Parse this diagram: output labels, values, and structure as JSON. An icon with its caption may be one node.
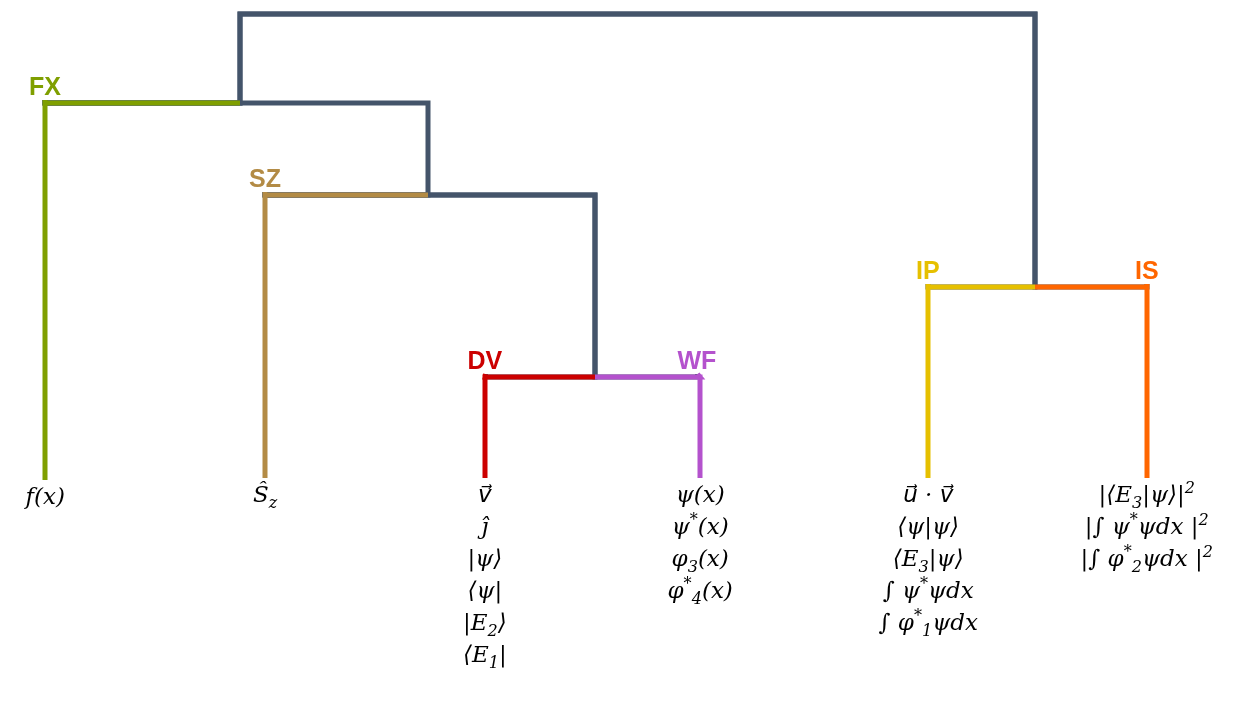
{
  "diagram": {
    "nodes": [
      {
        "text": [
          "FX"
        ]
      },
      {
        "text": [
          "f(x)"
        ]
      },
      {
        "text": [
          "SZ"
        ]
      },
      {
        "text": [
          "Ŝ$_{z}$"
        ]
      },
      {
        "text": [
          "DV"
        ]
      },
      {
        "text": [
          "v⃗",
          "ĵ",
          "|ψ⟩",
          "⟨ψ|",
          "|E$_{2}$⟩",
          "⟨E$_{1}$|"
        ]
      },
      {
        "text": [
          "WF"
        ]
      },
      {
        "text": [
          "ψ(x)",
          "ψ$^{*}$(x)",
          "φ$_{3}$(x)",
          "φ$^{*}$$_{4}$(x)"
        ]
      },
      {
        "text": [
          "IP"
        ]
      },
      {
        "text": [
          "u⃗ · v⃗",
          "⟨ψ|ψ⟩",
          "⟨E$_{3}$|ψ⟩",
          "∫ ψ$^{*}$ψdx",
          "∫ φ$^{*}$$_{1}$ψdx"
        ]
      },
      {
        "text": [
          "IS"
        ]
      },
      {
        "text": [
          "|⟨E$_{3}$|ψ⟩|$^{2}$",
          "|∫ ψ$^{*}$ψdx |$^{2}$",
          "|∫ φ$^{*}$$_{2}$ψdx |$^{2}$"
        ]
      }
    ],
    "edges": [
      {
        "from": 0,
        "to": 1,
        "arrow": "none",
        "color": "#7f9f00"
      },
      {
        "from": 0,
        "to": 2,
        "arrow": "none",
        "color": "#44546a"
      },
      {
        "from": 2,
        "to": 3,
        "arrow": "none",
        "color": "#b38b45"
      },
      {
        "from": 2,
        "to": 4,
        "arrow": "none",
        "color": "#44546a"
      },
      {
        "from": 2,
        "to": 6,
        "arrow": "none",
        "color": "#44546a"
      },
      {
        "from": 4,
        "to": 5,
        "arrow": "none",
        "color": "#cc0000"
      },
      {
        "from": 6,
        "to": 7,
        "arrow": "none",
        "color": "#b452cd"
      },
      {
        "from": 0,
        "to": 8,
        "arrow": "none",
        "color": "#44546a"
      },
      {
        "from": 0,
        "to": 10,
        "arrow": "none",
        "color": "#44546a"
      },
      {
        "from": 8,
        "to": 9,
        "arrow": "none",
        "color": "#e6c000"
      },
      {
        "from": 10,
        "to": 11,
        "arrow": "none",
        "color": "#ff6600"
      }
    ]
  }
}
